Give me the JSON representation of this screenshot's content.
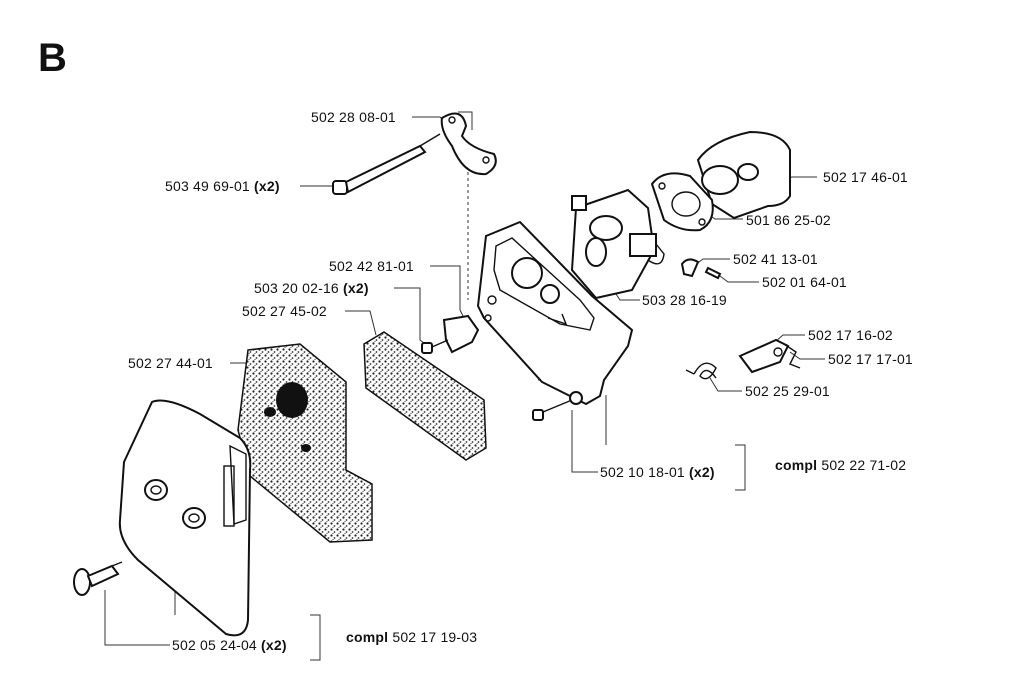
{
  "section": "B",
  "labels": {
    "p_5022808": "502 28 08-01",
    "p_5034969": "503 49 69-01",
    "p_5034969_qty": "(x2)",
    "p_5021746": "502 17 46-01",
    "p_5018625": "501 86 25-02",
    "p_5024113": "502 41 13-01",
    "p_5020164": "502 01 64-01",
    "p_5024281": "502 42 81-01",
    "p_5032002": "503 20 02-16",
    "p_5032002_qty": "(x2)",
    "p_5032816": "503 28 16-19",
    "p_5022745": "502 27 45-02",
    "p_5021716": "502 17 16-02",
    "p_5022744": "502 27 44-01",
    "p_5021717": "502 17 17-01",
    "p_5022529": "502 25 29-01",
    "p_5021018": "502 10 18-01",
    "p_5021018_qty": "(x2)",
    "compl_word_1": "compl",
    "compl_2271": "502 22 71-02",
    "p_5020524": "502 05 24-04",
    "p_5020524_qty": "(x2)",
    "compl_word_2": "compl",
    "compl_1719": "502 17 19-03"
  }
}
